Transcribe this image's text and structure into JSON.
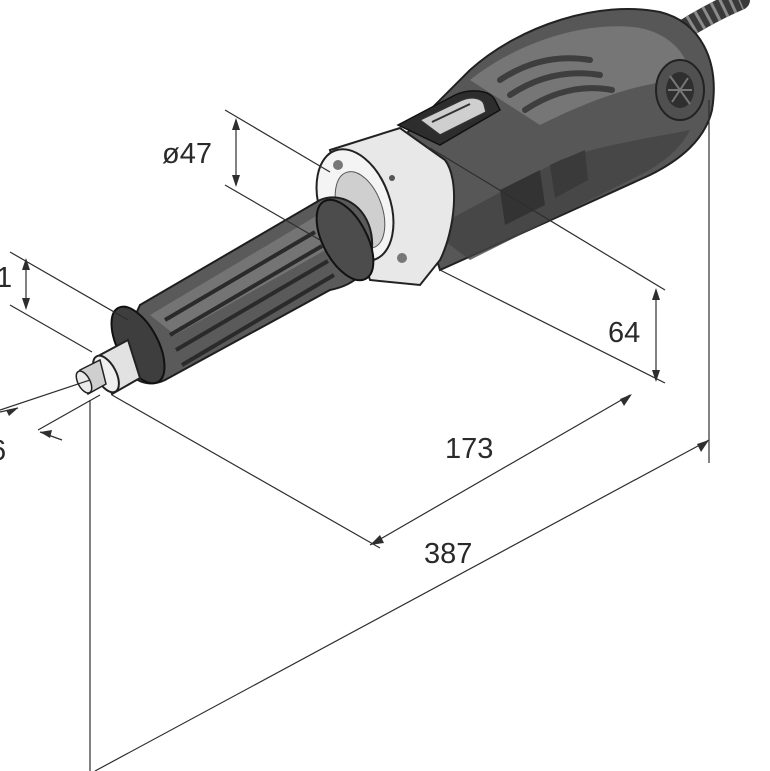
{
  "dimensions": {
    "diameter": "ø47",
    "neck_height": "64",
    "grip_length": "173",
    "overall_length": "387",
    "partial_left_top": "1",
    "partial_left_bottom": "6"
  },
  "colors": {
    "body_dark": "#4a4a4a",
    "body_mid": "#6e6e6e",
    "body_light": "#9a9a9a",
    "collar": "#e6e6e6",
    "line": "#2e2e2e"
  }
}
